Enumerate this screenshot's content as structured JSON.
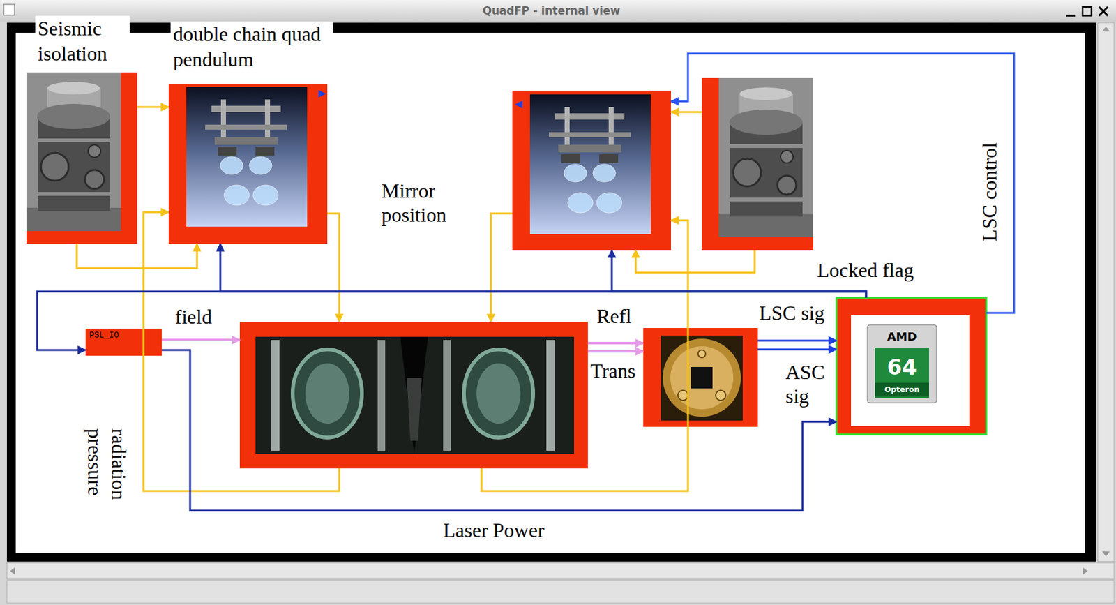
{
  "diagram": {
    "title": "QuadFP - internal view",
    "nodes": [
      {
        "text": [
          "Seismic isolation"
        ]
      },
      {
        "text": [
          "double chain quad pendulum"
        ]
      },
      {
        "text": []
      },
      {
        "text": []
      },
      {
        "text": [
          "PSL_IO"
        ]
      },
      {
        "text": []
      },
      {
        "text": []
      },
      {
        "text": []
      }
    ],
    "edges": [
      {
        "from": 0,
        "to": 1,
        "arrow": "to"
      },
      {
        "from": 0,
        "to": 1,
        "arrow": "to"
      },
      {
        "from": 1,
        "to": 5,
        "arrow": "to"
      },
      {
        "from": 2,
        "to": 5,
        "arrow": "to"
      },
      {
        "from": 3,
        "to": 2,
        "arrow": "to"
      },
      {
        "from": 3,
        "to": 2,
        "arrow": "to"
      },
      {
        "from": 5,
        "to": 1,
        "label": "radiation pressure",
        "arrow": "to"
      },
      {
        "from": 5,
        "to": 2,
        "arrow": "to"
      },
      {
        "from": 4,
        "to": 5,
        "label": "field",
        "arrow": "to"
      },
      {
        "from": 5,
        "to": 6,
        "label": "Refl",
        "arrow": "to"
      },
      {
        "from": 5,
        "to": 6,
        "label": "Trans",
        "arrow": "to"
      },
      {
        "from": 6,
        "to": 7,
        "label": "LSC sig",
        "arrow": "to"
      },
      {
        "from": 6,
        "to": 7,
        "label": "ASC sig",
        "arrow": "to"
      },
      {
        "from": 7,
        "to": 2,
        "label": "LSC control",
        "arrow": "to"
      },
      {
        "from": 7,
        "to": 4,
        "label": "Locked flag",
        "arrow": "to"
      },
      {
        "from": 7,
        "to": 1,
        "arrow": "to"
      },
      {
        "from": 7,
        "to": 2,
        "arrow": "to"
      },
      {
        "from": 4,
        "to": 7,
        "label": "Laser Power",
        "arrow": "to"
      }
    ],
    "labels": [
      "Mirror position",
      "AMD",
      "64",
      "Opteron"
    ]
  }
}
